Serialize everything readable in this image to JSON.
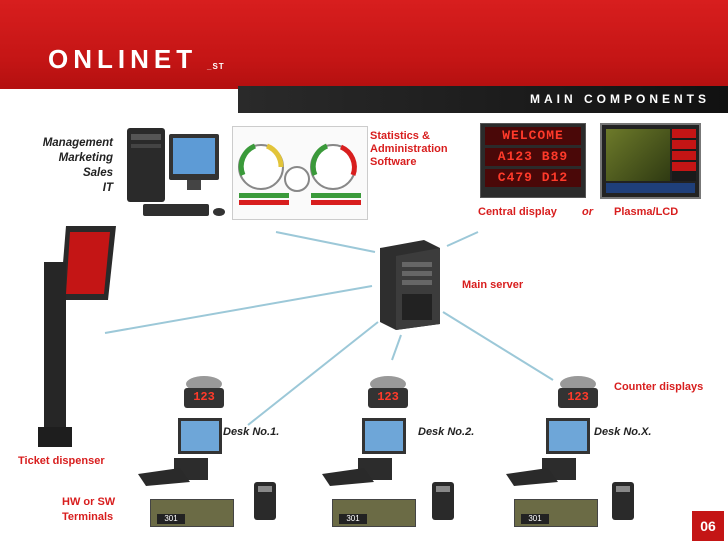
{
  "logo": {
    "name": "ONLINET",
    "suffix": "_ST"
  },
  "title": "MAIN COMPONENTS",
  "labels": {
    "management": [
      "Management",
      "Marketing",
      "Sales",
      "IT"
    ],
    "stats_software": [
      "Statistics &",
      "Administration",
      "Software"
    ],
    "central_display": "Central display",
    "or": "or",
    "plasma": "Plasma/LCD",
    "main_server": "Main server",
    "counter_displays": "Counter displays",
    "ticket_dispenser": "Ticket dispenser",
    "hw_sw_terminals": [
      "HW or SW",
      "Terminals"
    ],
    "desks": [
      "Desk No.1.",
      "Desk No.2.",
      "Desk No.X."
    ]
  },
  "led_rows": [
    "WELCOME",
    "A123 B89",
    "C479 D12"
  ],
  "counter_display_value": "123",
  "terminal_number": "301",
  "page_number": "06",
  "colors": {
    "brand_red": "#d81e1e",
    "dark": "#1a1a1a",
    "line_blue": "#9cc8d8"
  }
}
